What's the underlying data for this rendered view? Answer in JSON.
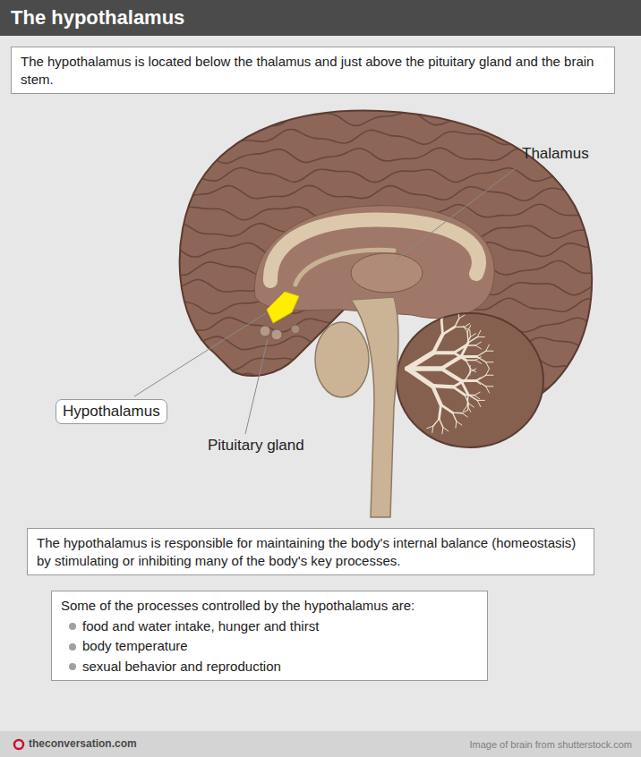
{
  "diagram": {
    "title": "The hypothalamus",
    "nodes": [
      {
        "text": [
          "The hypothalamus is located below the thalamus and just above the pituitary gland and the brain stem."
        ]
      },
      {
        "text": [
          "Hypothalamus"
        ]
      },
      {
        "text": [
          "The hypothalamus is responsible for maintaining the body's internal balance (homeostasis) by stimulating or inhibiting many of the body's key processes."
        ]
      },
      {
        "text": [
          "Some of the processes controlled by the hypothalamus are:",
          "food and water intake, hunger and thirst",
          "body temperature",
          "sexual behavior and reproduction"
        ]
      }
    ],
    "labels": [
      "Thalamus",
      "Pituitary gland",
      "theconversation.com",
      "Image of brain from shutterstock.com"
    ]
  }
}
